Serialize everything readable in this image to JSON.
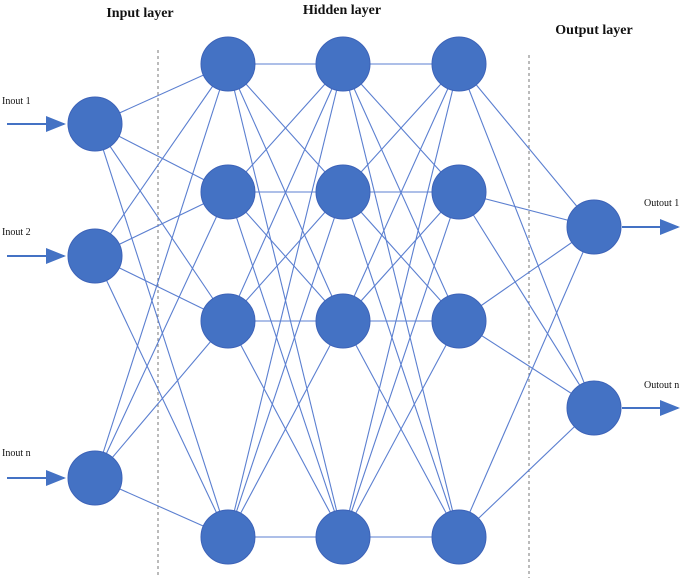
{
  "layer_titles": {
    "input": "Input layer",
    "hidden": "Hidden layer",
    "output": "Output layer"
  },
  "input_labels": [
    "Inout 1",
    "Inout 2",
    "Inout n"
  ],
  "output_labels": [
    "Outout 1",
    "Outout n"
  ],
  "hidden_layer_count": 3,
  "nodes_per_hidden_layer": 4,
  "colors": {
    "node_fill": "#4472c4",
    "edge": "#5b7fd0",
    "arrow": "#4472c4",
    "divider": "#777777"
  }
}
